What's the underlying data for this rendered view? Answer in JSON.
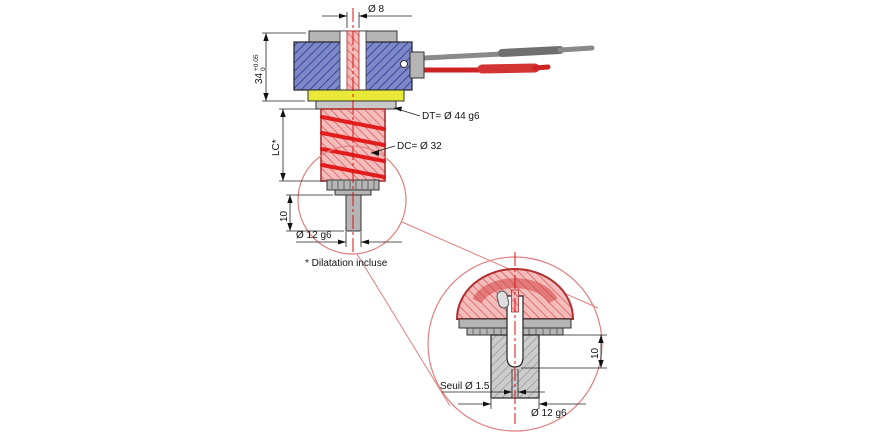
{
  "labels": {
    "dia8": "Ø 8",
    "dim34_value": "34",
    "dim34_tol_up": "+0.05",
    "dim34_tol_low": "0",
    "lc": "LC*",
    "dim10_main": "10",
    "dia12_main": "Ø 12 g6",
    "dt": "DT= Ø 44 g6",
    "dc": "DC= Ø 32",
    "note": "* Dilatation incluse",
    "dim10_detail": "10",
    "seuil": "Seuil Ø 1.5",
    "dia12_detail": "Ø 12 g6"
  },
  "colors": {
    "body_blue": "#7e88c9",
    "body_blue_dark": "#2f3f96",
    "ring_yellow": "#e9e93a",
    "probe_pink": "#f5bcbc",
    "probe_red": "#b03030",
    "coil_red": "#e01010",
    "wire_red": "#cc2222",
    "wire_gray": "#8a8a8a",
    "metal_gray": "#b5b5b5",
    "centerline_red": "#dd1111",
    "detail_ref_red": "#e08080",
    "dim_color": "#1a1a1a"
  }
}
